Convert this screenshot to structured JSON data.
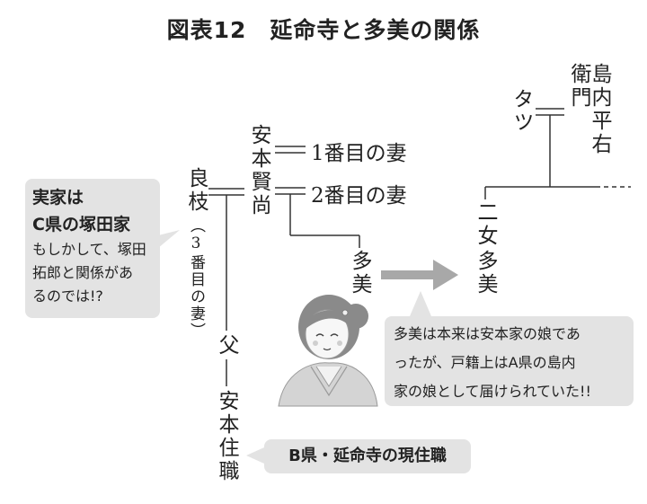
{
  "title": "図表12　延命寺と多美の関係",
  "people": {
    "yasumoto_kenshou": "安本賢尚",
    "wife1": "1番目の妻",
    "wife2": "2番目の妻",
    "yoshie": "良枝",
    "yoshie_note": "（3番目の妻）",
    "father": "父",
    "current": "安本住職",
    "tami_left": "多美",
    "tami_right": "多美",
    "second_daughter": "二女",
    "tatsu": "タツ",
    "shimauchi": "島内平右衛門"
  },
  "callouts": {
    "left": {
      "line1": "実家は",
      "line2": "C県の塚田家",
      "line3": "もしかして、塚田",
      "line4": "拓郎と関係があ",
      "line5": "るのでは!?"
    },
    "right": {
      "line1": "多美は本来は安本家の娘であ",
      "line2": "ったが、戸籍上はA県の島内",
      "line3": "家の娘として届けられていた!!"
    },
    "bottom": "B県・延命寺の現住職"
  },
  "colors": {
    "line": "#333333",
    "callout_bg": "#e3e3e3",
    "arrow": "#a8a8a8"
  },
  "icons": {
    "woman": "woman-kimono-illustration"
  }
}
